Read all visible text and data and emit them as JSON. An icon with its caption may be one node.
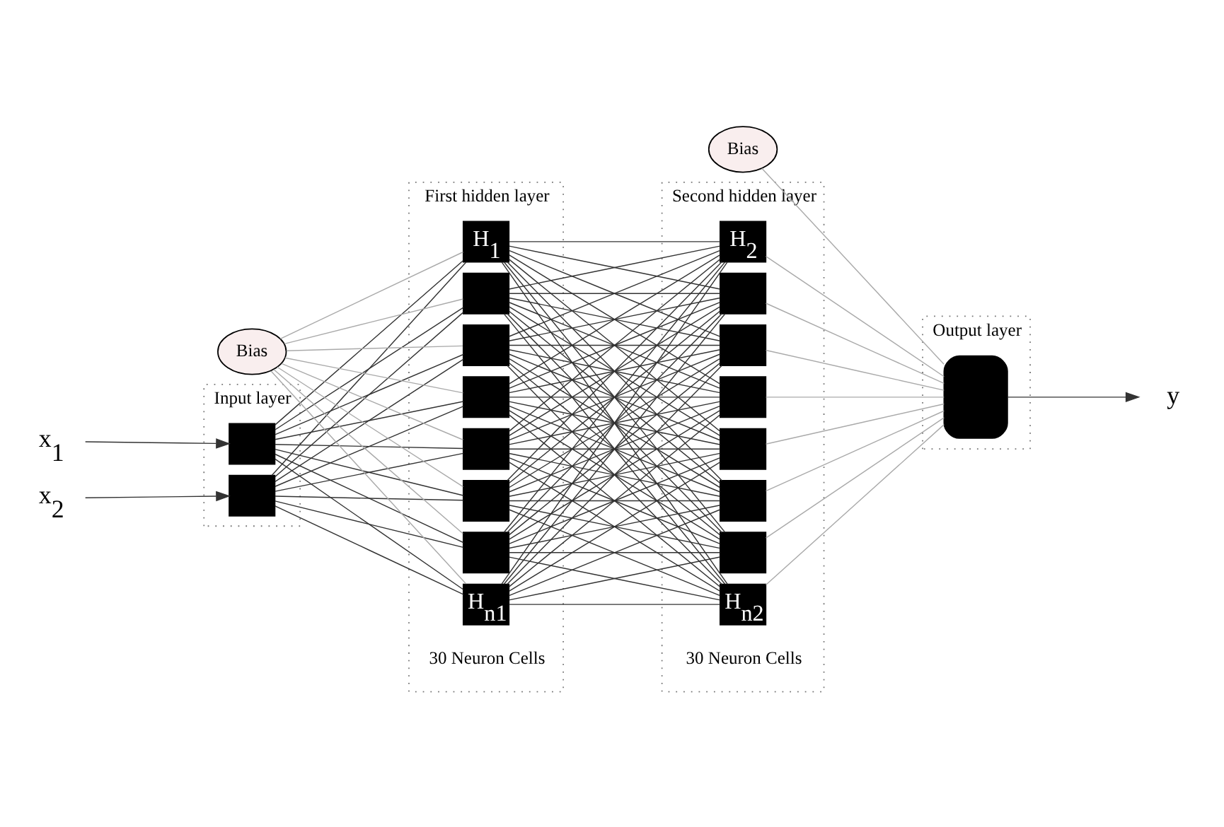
{
  "diagram": {
    "nodes": [
      {
        "text": [
          "Input layer"
        ]
      },
      {
        "text": [],
        "shape": "box",
        "in": 0
      },
      {
        "text": [],
        "shape": "box",
        "in": 0
      },
      {
        "text": [
          "First hidden layer"
        ],
        "beside": [
          "30 Neuron Cells"
        ]
      },
      {
        "text": [
          "H$_{1}$"
        ],
        "in": 3
      },
      {
        "text": [],
        "shape": "box",
        "in": 3
      },
      {
        "text": [],
        "shape": "box",
        "in": 3
      },
      {
        "text": [],
        "shape": "box",
        "in": 3
      },
      {
        "text": [],
        "shape": "box",
        "in": 3
      },
      {
        "text": [],
        "shape": "box",
        "in": 3
      },
      {
        "text": [],
        "shape": "box",
        "in": 3
      },
      {
        "text": [
          "H$_{n1}$"
        ],
        "in": 3
      },
      {
        "text": [
          "Second hidden layer"
        ],
        "beside": [
          "30 Neuron Cells"
        ]
      },
      {
        "text": [
          "H$_{2}$"
        ],
        "in": 12
      },
      {
        "text": [],
        "shape": "box",
        "in": 12
      },
      {
        "text": [],
        "shape": "box",
        "in": 12
      },
      {
        "text": [],
        "shape": "box",
        "in": 12
      },
      {
        "text": [],
        "shape": "box",
        "in": 12
      },
      {
        "text": [],
        "shape": "box",
        "in": 12
      },
      {
        "text": [],
        "shape": "box",
        "in": 12
      },
      {
        "text": [
          "H$_{n2}$"
        ],
        "in": 12
      },
      {
        "text": [
          "Output layer"
        ]
      },
      {
        "text": [],
        "shape": "box",
        "in": 21
      },
      {
        "text": [
          "x$_{1}$"
        ]
      },
      {
        "text": [
          "x$_{2}$"
        ]
      },
      {
        "text": [
          "y"
        ]
      },
      {
        "text": [
          "Bias"
        ]
      },
      {
        "text": [
          "Bias"
        ]
      }
    ],
    "edges": [
      {
        "from": 23,
        "to": 1,
        "arrow": "to"
      },
      {
        "from": 24,
        "to": 2,
        "arrow": "to"
      },
      {
        "from": 1,
        "to": 4,
        "arrow": "none"
      },
      {
        "from": 1,
        "to": 5,
        "arrow": "none"
      },
      {
        "from": 1,
        "to": 6,
        "arrow": "none"
      },
      {
        "from": 1,
        "to": 7,
        "arrow": "none"
      },
      {
        "from": 1,
        "to": 8,
        "arrow": "none"
      },
      {
        "from": 1,
        "to": 9,
        "arrow": "none"
      },
      {
        "from": 1,
        "to": 10,
        "arrow": "none"
      },
      {
        "from": 1,
        "to": 11,
        "arrow": "none"
      },
      {
        "from": 2,
        "to": 4,
        "arrow": "none"
      },
      {
        "from": 2,
        "to": 5,
        "arrow": "none"
      },
      {
        "from": 2,
        "to": 6,
        "arrow": "none"
      },
      {
        "from": 2,
        "to": 7,
        "arrow": "none"
      },
      {
        "from": 2,
        "to": 8,
        "arrow": "none"
      },
      {
        "from": 2,
        "to": 9,
        "arrow": "none"
      },
      {
        "from": 2,
        "to": 10,
        "arrow": "none"
      },
      {
        "from": 2,
        "to": 11,
        "arrow": "none"
      },
      {
        "from": 26,
        "to": 4,
        "arrow": "none",
        "color": "#aaaaaa"
      },
      {
        "from": 26,
        "to": 5,
        "arrow": "none",
        "color": "#aaaaaa"
      },
      {
        "from": 26,
        "to": 6,
        "arrow": "none",
        "color": "#aaaaaa"
      },
      {
        "from": 26,
        "to": 7,
        "arrow": "none",
        "color": "#aaaaaa"
      },
      {
        "from": 26,
        "to": 8,
        "arrow": "none",
        "color": "#aaaaaa"
      },
      {
        "from": 26,
        "to": 9,
        "arrow": "none",
        "color": "#aaaaaa"
      },
      {
        "from": 26,
        "to": 10,
        "arrow": "none",
        "color": "#aaaaaa"
      },
      {
        "from": 26,
        "to": 11,
        "arrow": "none",
        "color": "#aaaaaa"
      },
      {
        "from": 4,
        "to": 13,
        "arrow": "none"
      },
      {
        "from": 4,
        "to": 14,
        "arrow": "none"
      },
      {
        "from": 4,
        "to": 15,
        "arrow": "none"
      },
      {
        "from": 4,
        "to": 16,
        "arrow": "none"
      },
      {
        "from": 4,
        "to": 17,
        "arrow": "none"
      },
      {
        "from": 4,
        "to": 18,
        "arrow": "none"
      },
      {
        "from": 4,
        "to": 19,
        "arrow": "none"
      },
      {
        "from": 4,
        "to": 20,
        "arrow": "none"
      },
      {
        "from": 5,
        "to": 13,
        "arrow": "none"
      },
      {
        "from": 5,
        "to": 14,
        "arrow": "none"
      },
      {
        "from": 5,
        "to": 15,
        "arrow": "none"
      },
      {
        "from": 5,
        "to": 16,
        "arrow": "none"
      },
      {
        "from": 5,
        "to": 17,
        "arrow": "none"
      },
      {
        "from": 5,
        "to": 18,
        "arrow": "none"
      },
      {
        "from": 5,
        "to": 19,
        "arrow": "none"
      },
      {
        "from": 5,
        "to": 20,
        "arrow": "none"
      },
      {
        "from": 6,
        "to": 13,
        "arrow": "none"
      },
      {
        "from": 6,
        "to": 14,
        "arrow": "none"
      },
      {
        "from": 6,
        "to": 15,
        "arrow": "none"
      },
      {
        "from": 6,
        "to": 16,
        "arrow": "none"
      },
      {
        "from": 6,
        "to": 17,
        "arrow": "none"
      },
      {
        "from": 6,
        "to": 18,
        "arrow": "none"
      },
      {
        "from": 6,
        "to": 19,
        "arrow": "none"
      },
      {
        "from": 6,
        "to": 20,
        "arrow": "none"
      },
      {
        "from": 7,
        "to": 13,
        "arrow": "none"
      },
      {
        "from": 7,
        "to": 14,
        "arrow": "none"
      },
      {
        "from": 7,
        "to": 15,
        "arrow": "none"
      },
      {
        "from": 7,
        "to": 16,
        "arrow": "none"
      },
      {
        "from": 7,
        "to": 17,
        "arrow": "none"
      },
      {
        "from": 7,
        "to": 18,
        "arrow": "none"
      },
      {
        "from": 7,
        "to": 19,
        "arrow": "none"
      },
      {
        "from": 7,
        "to": 20,
        "arrow": "none"
      },
      {
        "from": 8,
        "to": 13,
        "arrow": "none"
      },
      {
        "from": 8,
        "to": 14,
        "arrow": "none"
      },
      {
        "from": 8,
        "to": 15,
        "arrow": "none"
      },
      {
        "from": 8,
        "to": 16,
        "arrow": "none"
      },
      {
        "from": 8,
        "to": 17,
        "arrow": "none"
      },
      {
        "from": 8,
        "to": 18,
        "arrow": "none"
      },
      {
        "from": 8,
        "to": 19,
        "arrow": "none"
      },
      {
        "from": 8,
        "to": 20,
        "arrow": "none"
      },
      {
        "from": 9,
        "to": 13,
        "arrow": "none"
      },
      {
        "from": 9,
        "to": 14,
        "arrow": "none"
      },
      {
        "from": 9,
        "to": 15,
        "arrow": "none"
      },
      {
        "from": 9,
        "to": 16,
        "arrow": "none"
      },
      {
        "from": 9,
        "to": 17,
        "arrow": "none"
      },
      {
        "from": 9,
        "to": 18,
        "arrow": "none"
      },
      {
        "from": 9,
        "to": 19,
        "arrow": "none"
      },
      {
        "from": 9,
        "to": 20,
        "arrow": "none"
      },
      {
        "from": 10,
        "to": 13,
        "arrow": "none"
      },
      {
        "from": 10,
        "to": 14,
        "arrow": "none"
      },
      {
        "from": 10,
        "to": 15,
        "arrow": "none"
      },
      {
        "from": 10,
        "to": 16,
        "arrow": "none"
      },
      {
        "from": 10,
        "to": 17,
        "arrow": "none"
      },
      {
        "from": 10,
        "to": 18,
        "arrow": "none"
      },
      {
        "from": 10,
        "to": 19,
        "arrow": "none"
      },
      {
        "from": 10,
        "to": 20,
        "arrow": "none"
      },
      {
        "from": 11,
        "to": 13,
        "arrow": "none"
      },
      {
        "from": 11,
        "to": 14,
        "arrow": "none"
      },
      {
        "from": 11,
        "to": 15,
        "arrow": "none"
      },
      {
        "from": 11,
        "to": 16,
        "arrow": "none"
      },
      {
        "from": 11,
        "to": 17,
        "arrow": "none"
      },
      {
        "from": 11,
        "to": 18,
        "arrow": "none"
      },
      {
        "from": 11,
        "to": 19,
        "arrow": "none"
      },
      {
        "from": 11,
        "to": 20,
        "arrow": "none"
      },
      {
        "from": 13,
        "to": 22,
        "arrow": "none",
        "color": "#aaaaaa"
      },
      {
        "from": 14,
        "to": 22,
        "arrow": "none",
        "color": "#aaaaaa"
      },
      {
        "from": 15,
        "to": 22,
        "arrow": "none",
        "color": "#aaaaaa"
      },
      {
        "from": 16,
        "to": 22,
        "arrow": "none",
        "color": "#aaaaaa"
      },
      {
        "from": 17,
        "to": 22,
        "arrow": "none",
        "color": "#aaaaaa"
      },
      {
        "from": 18,
        "to": 22,
        "arrow": "none",
        "color": "#aaaaaa"
      },
      {
        "from": 19,
        "to": 22,
        "arrow": "none",
        "color": "#aaaaaa"
      },
      {
        "from": 20,
        "to": 22,
        "arrow": "none",
        "color": "#aaaaaa"
      },
      {
        "from": 27,
        "to": 22,
        "arrow": "none",
        "color": "#aaaaaa"
      },
      {
        "from": 22,
        "to": 25,
        "arrow": "to"
      }
    ]
  }
}
